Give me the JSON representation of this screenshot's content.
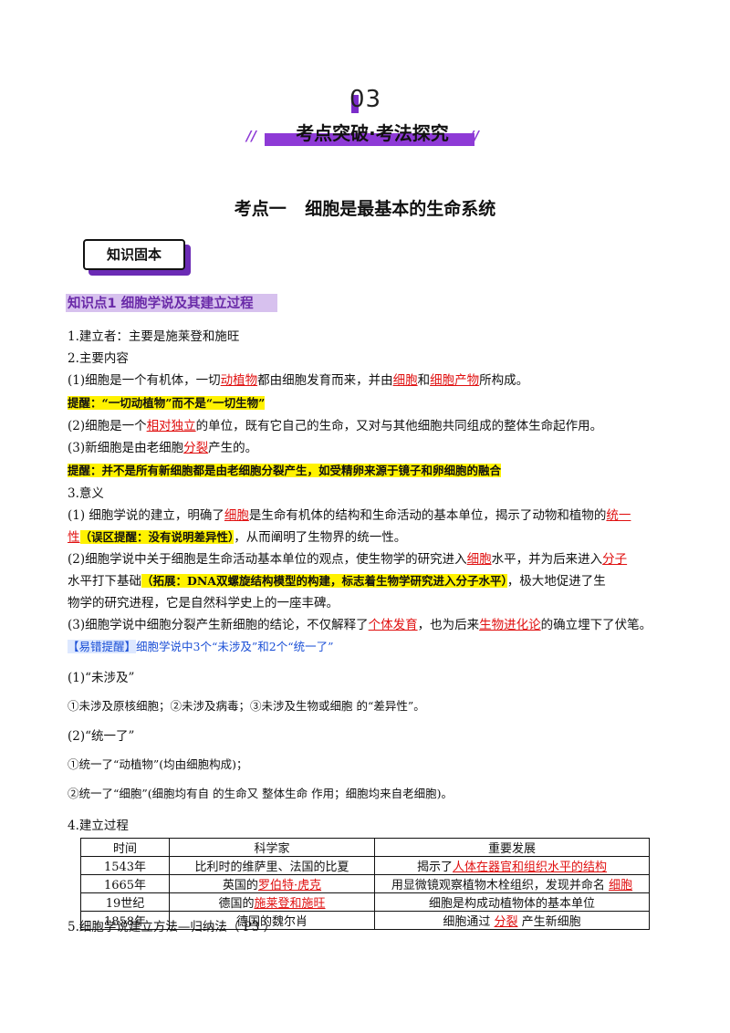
{
  "header": {
    "section_number": "03",
    "section_title": "考点突破·考法探究",
    "deco_left": "//",
    "deco_right": "//",
    "topic_title": "考点一 细胞是最基本的生命系统",
    "badge": "知识固本"
  },
  "knowledge_point": "知识点1 细胞学说及其建立过程",
  "lines": {
    "l1": "1.建立者：主要是施莱登和施旺",
    "l2": "2.主要内容",
    "l3a": "(1)细胞是一个有机体，一切",
    "l3b": "动植物",
    "l3c": "都由细胞发育而来，并由",
    "l3d": "细胞",
    "l3e": "和",
    "l3f": "细胞产物",
    "l3g": "所构成。",
    "tip1": "提醒：“一切动植物”而不是“一切生物”",
    "l4a": "(2)细胞是一个",
    "l4b": "相对独立",
    "l4c": "的单位，既有它自己的生命，又对与其他细胞共同组成的整体生命起作用。",
    "l5a": "(3)新细胞是由老细胞",
    "l5b": "分裂",
    "l5c": "产生的。",
    "tip2": "提醒：并不是所有新细胞都是由老细胞分裂产生，如受精卵来源于镜子和卵细胞的融合",
    "l6": "3.意义",
    "l7a": "(1)  细胞学说的建立，明确了",
    "l7b": "细胞",
    "l7c": "是生命有机体的结构和生命活动的基本单位，揭示了动物和植物的",
    "l7d": "统一",
    "l8a": "性",
    "l8b": "（误区提醒：没有说明差异性）",
    "l8c": "，从而阐明了生物界的统一性。",
    "l9a": "(2)细胞学说中关于细胞是生命活动基本单位的观点，使生物学的研究进入",
    "l9b": "细胞",
    "l9c": "水平，并为后来进入",
    "l9d": "分子",
    "l10a": "水平打下基础",
    "l10b": "（拓展：DNA双螺旋结构模型的构建，标志着生物学研究进入分子水平）",
    "l10c": "，极大地促进了生",
    "l11": "物学的研究进程，它是自然科学史上的一座丰碑。",
    "l12a": "(3)细胞学说中细胞分裂产生新细胞的结论，不仅解释了",
    "l12b": "个体发育",
    "l12c": "，也为后来",
    "l12d": "生物进化论",
    "l12e": "的确立埋下了伏笔。",
    "easy_tag": "【易错提醒】",
    "easy_text": "细胞学说中3个“未涉及”和2个“统一了”",
    "l13": "(1)“未涉及”",
    "l14": "①未涉及原核细胞；②未涉及病毒；③未涉及生物或细胞   的“差异性”。",
    "l15": "(2)“统一了”",
    "l16": "①统一了“动植物”(均由细胞构成)；",
    "l17": "②统一了“细胞”(细胞均有自   的生命又   整体生命   作用；细胞均来自老细胞)。",
    "l18": "4.建立过程",
    "l19": "5.细胞学说建立方法—归纳法（ P3 ）"
  },
  "table": {
    "headers": [
      "时间",
      "科学家",
      "重要发展"
    ],
    "rows": [
      {
        "time": "1543年",
        "sci_a": "比利时的维萨里、法国的比夏",
        "sci_b": "",
        "dev_a": "揭示了",
        "dev_b": "人体在器官和组织水平的结构"
      },
      {
        "time": "1665年",
        "sci_a": "英国的",
        "sci_b": "罗伯特·虎克",
        "dev_a": "用显微镜观察植物木栓组织，发现并命名",
        "dev_b": "细胞"
      },
      {
        "time": "19世纪",
        "sci_a": "德国的",
        "sci_b": "施莱登和施旺",
        "dev_a": "细胞是构成动植物体的基本单位",
        "dev_b": ""
      },
      {
        "time": "1858年",
        "sci_a": "德国的魏尔肖",
        "sci_b": "",
        "dev_a": "细胞通过",
        "dev_b": "分裂",
        "dev_c": "产生新细胞"
      }
    ]
  },
  "colors": {
    "accent": "#8e3ad6",
    "underline_red": "#e01010",
    "highlight": "#fff200",
    "tip_blue": "#1a4fd6"
  }
}
